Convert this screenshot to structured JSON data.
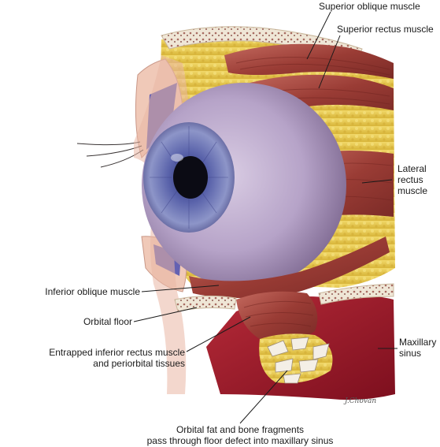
{
  "labels": {
    "superior_oblique": "Superior oblique muscle",
    "superior_rectus": "Superior rectus muscle",
    "lateral_rectus": [
      "Lateral",
      "rectus",
      "muscle"
    ],
    "inferior_oblique": "Inferior oblique muscle",
    "orbital_floor": "Orbital floor",
    "entrapped": [
      "Entrapped inferior rectus muscle",
      "and periorbital tissues"
    ],
    "maxillary_sinus": [
      "Maxillary",
      "sinus"
    ],
    "fat_fragments": [
      "Orbital fat and bone fragments",
      "pass through floor defect into maxillary sinus"
    ]
  },
  "signature": "J.Chovan",
  "colors": {
    "muscle": "#a8473f",
    "iris": "#6b75b8",
    "sclera": "#b9a6c9",
    "fat": "#e6c84a",
    "sinus": "#a3182a",
    "bone": "#e8e0d0"
  }
}
